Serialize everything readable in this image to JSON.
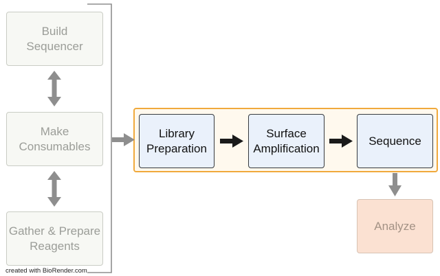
{
  "left_column": {
    "build": "Build\nSequencer",
    "make": "Make\nConsumables",
    "gather": "Gather & Prepare\nReagents"
  },
  "workflow": {
    "library": "Library\nPreparation",
    "surface": "Surface\nAmplification",
    "sequence": "Sequence"
  },
  "analyze": "Analyze",
  "credit": "created with BioRender.com",
  "colors": {
    "faded_box_fill": "#f7f8f4",
    "step_box_fill": "#eaf1fb",
    "group_border": "#f0a93b",
    "group_fill": "#fff9ee",
    "analyze_fill": "#fbe1d2",
    "gray_arrow": "#8e8e8e",
    "black_arrow": "#1a1a1a"
  }
}
